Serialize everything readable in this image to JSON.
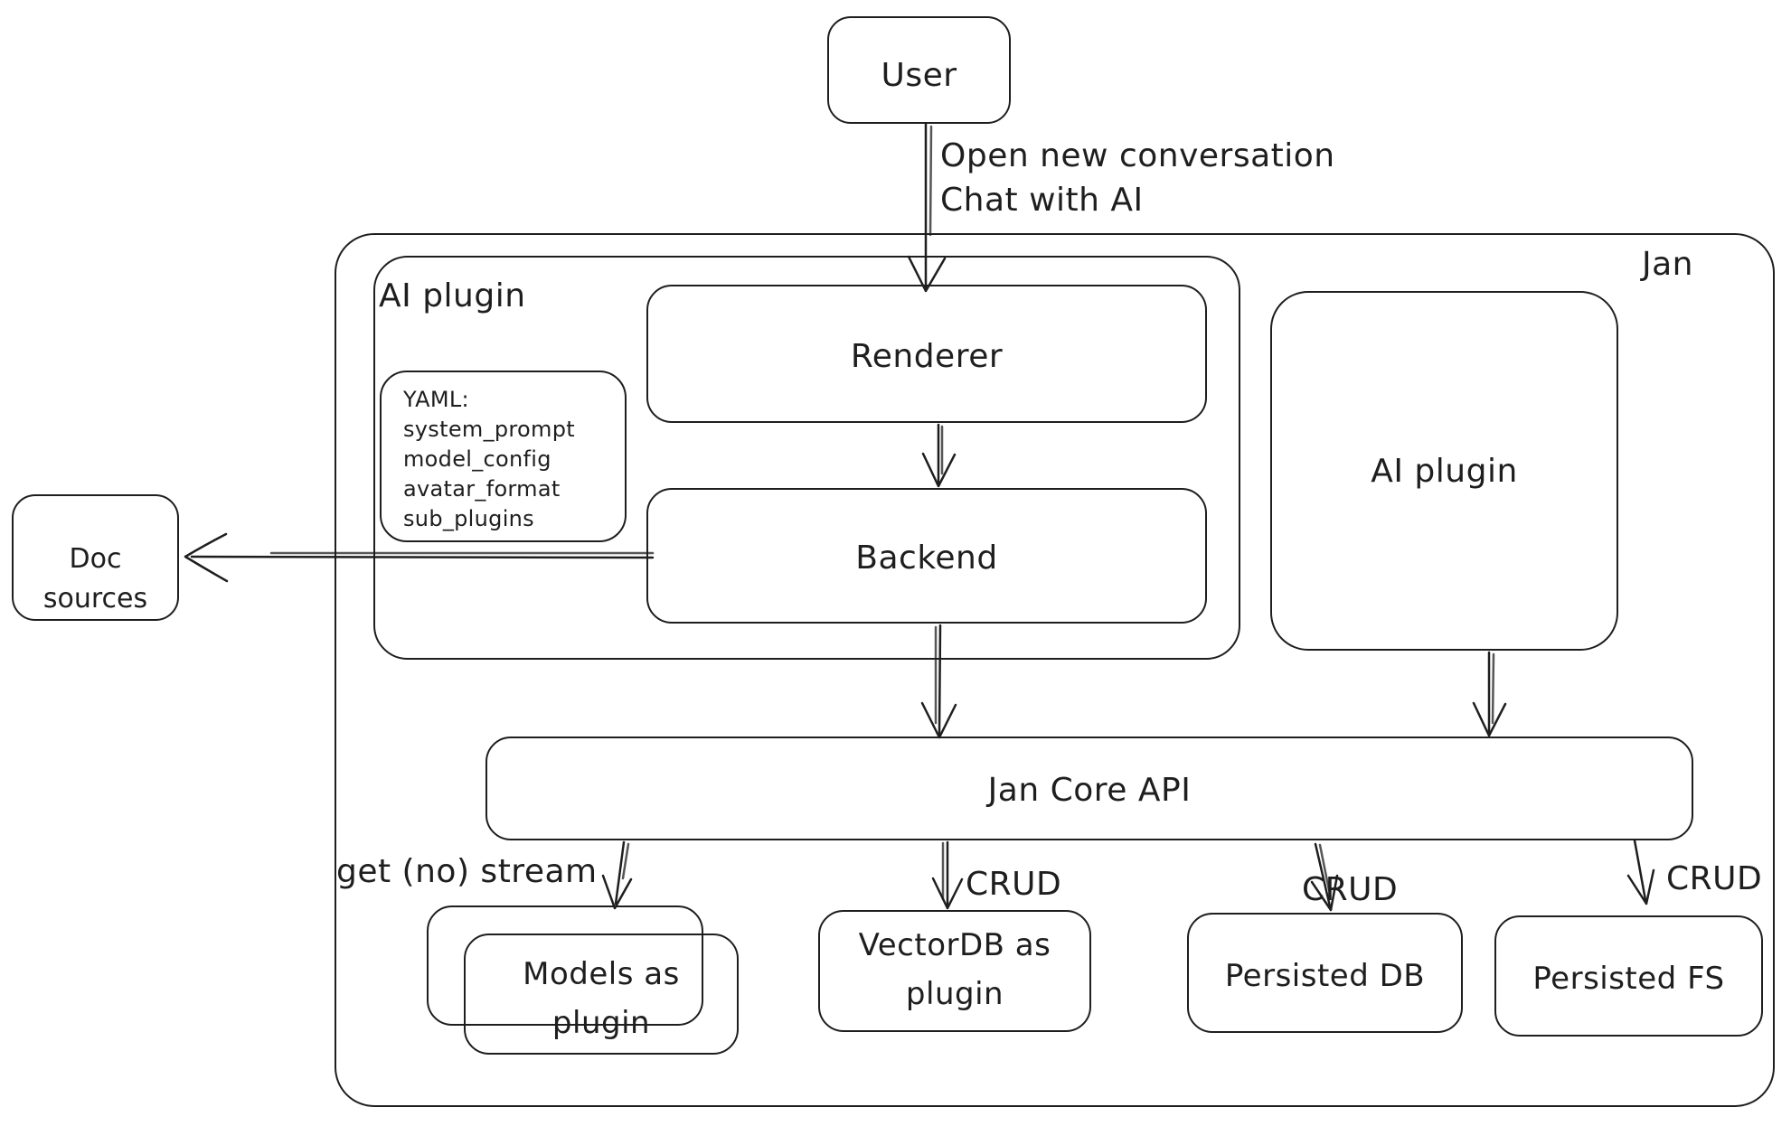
{
  "canvas": {
    "background": "#ffffff",
    "stroke_color": "#1e1e1e"
  },
  "nodes": {
    "user": {
      "label": "User"
    },
    "jan_container": {
      "label": "Jan"
    },
    "ai_plugin_left_container": {
      "label": "AI plugin"
    },
    "yaml_note": {
      "title": "YAML:",
      "lines": [
        "system_prompt",
        "model_config",
        "avatar_format",
        "sub_plugins"
      ]
    },
    "renderer": {
      "label": "Renderer"
    },
    "backend": {
      "label": "Backend"
    },
    "ai_plugin_right": {
      "label": "AI plugin"
    },
    "doc_sources": {
      "label": "Doc sources"
    },
    "jan_core_api": {
      "label": "Jan Core API"
    },
    "models_plugin": {
      "label": "Models as plugin"
    },
    "vectordb_plugin": {
      "label": "VectorDB as plugin"
    },
    "persisted_db": {
      "label": "Persisted DB"
    },
    "persisted_fs": {
      "label": "Persisted FS"
    }
  },
  "edges": {
    "user_to_renderer": {
      "label_line1": "Open new conversation",
      "label_line2": "Chat with AI"
    },
    "api_to_models": {
      "label": "get (no) stream"
    },
    "api_to_vectordb": {
      "label": "CRUD"
    },
    "api_to_persisted_db": {
      "label": "CRUD"
    },
    "api_to_persisted_fs": {
      "label": "CRUD"
    }
  }
}
